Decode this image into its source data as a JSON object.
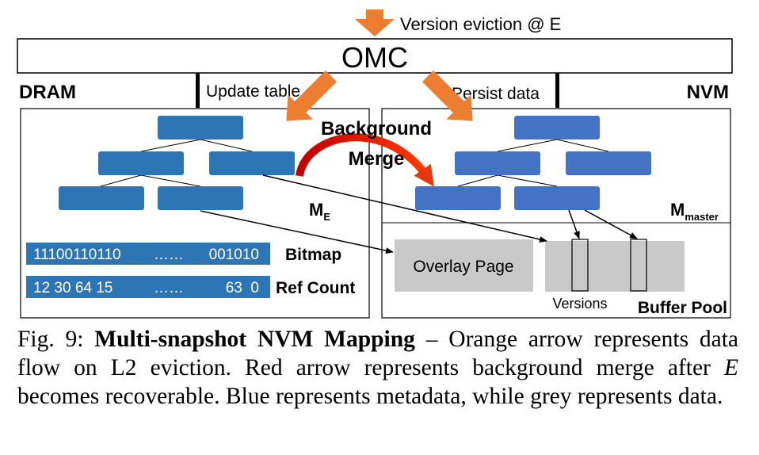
{
  "diagram": {
    "top_label": "Version eviction @ E",
    "omc_label": "OMC",
    "dram_label": "DRAM",
    "nvm_label": "NVM",
    "update_table_label": "Update table",
    "persist_data_label": "Persist data",
    "background_merge_line1": "Background",
    "background_merge_line2": "Merge",
    "me_label": "M",
    "me_sub": "E",
    "mmaster_label": "M",
    "mmaster_sub": "master",
    "bitmap_bits_left": "11100110110",
    "bitmap_dots": "……",
    "bitmap_bits_right": "001010",
    "bitmap_label": "Bitmap",
    "refcount_values_left": "12 30 64 15",
    "refcount_dots": "……",
    "refcount_values_right": "63  0",
    "refcount_label": "Ref Count",
    "overlay_page_label": "Overlay Page",
    "versions_label": "Versions",
    "buffer_pool_label": "Buffer Pool",
    "colors": {
      "metadata_blue": "#2e75b6",
      "nvm_blue": "#4472c4",
      "orange_arrow": "#ed7d31",
      "red_arrow": "#c00000",
      "data_grey": "#c9c9c9"
    }
  },
  "caption": {
    "figure_number": "Fig. 9:",
    "title": "Multi-snapshot NVM Mapping",
    "dash": "–",
    "text_part1": "Orange arrow represents data flow on L2 eviction. Red arrow represents background merge after",
    "variable": "E",
    "text_part2": "becomes recoverable. Blue represents metadata, while grey represents data."
  }
}
